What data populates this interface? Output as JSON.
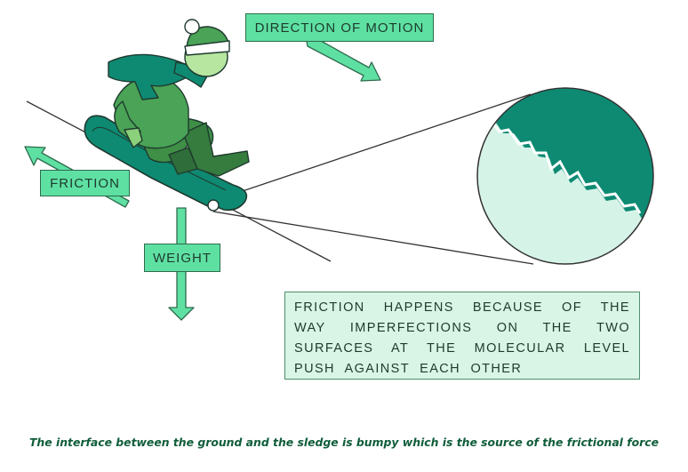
{
  "labels": {
    "direction": "DIRECTION OF MOTION",
    "friction": "FRICTION",
    "weight": "WEIGHT"
  },
  "explanation": "FRICTION HAPPENS BECAUSE OF THE WAY IMPERFECTIONS ON THE TWO SURFACES AT THE MOLECULAR LEVEL PUSH AGAINST EACH OTHER",
  "caption": "The interface between the ground and the sledge is bumpy which is the source of the frictional force",
  "colors": {
    "label_fill": "#5fe0a3",
    "sledge": "#0e8a73",
    "snow": "#d6f3e8",
    "caption_text": "#0f5d3a"
  }
}
